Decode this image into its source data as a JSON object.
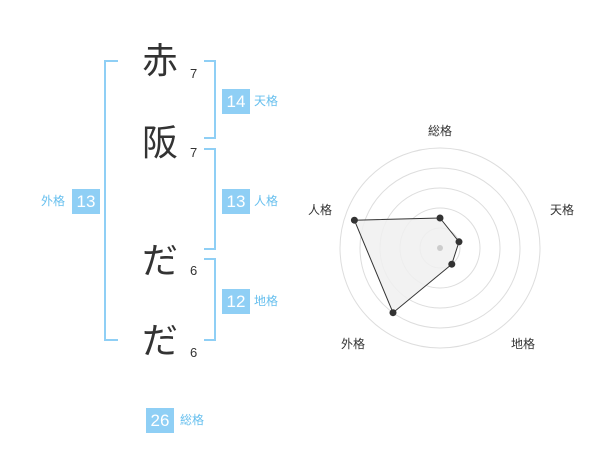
{
  "name": {
    "chars": [
      "赤",
      "阪",
      "だ",
      "だ"
    ],
    "strokes": [
      "7",
      "7",
      "6",
      "6"
    ]
  },
  "fortune": {
    "tenkaku": {
      "value": "14",
      "label": "天格"
    },
    "jinkaku": {
      "value": "13",
      "label": "人格"
    },
    "chikaku": {
      "value": "12",
      "label": "地格"
    },
    "gaikaku": {
      "value": "13",
      "label": "外格"
    },
    "soukaku": {
      "value": "26",
      "label": "総格"
    }
  },
  "chart_data": {
    "type": "radar",
    "axes": [
      "総格",
      "天格",
      "地格",
      "外格",
      "人格"
    ],
    "max": 5,
    "rings": 5,
    "values": [
      1.5,
      1.0,
      1.0,
      4.0,
      4.5
    ],
    "colors": {
      "fill": "#f0f0f0",
      "line": "#333333",
      "grid": "#dddddd",
      "point": "#333333",
      "center": "#cccccc"
    }
  }
}
